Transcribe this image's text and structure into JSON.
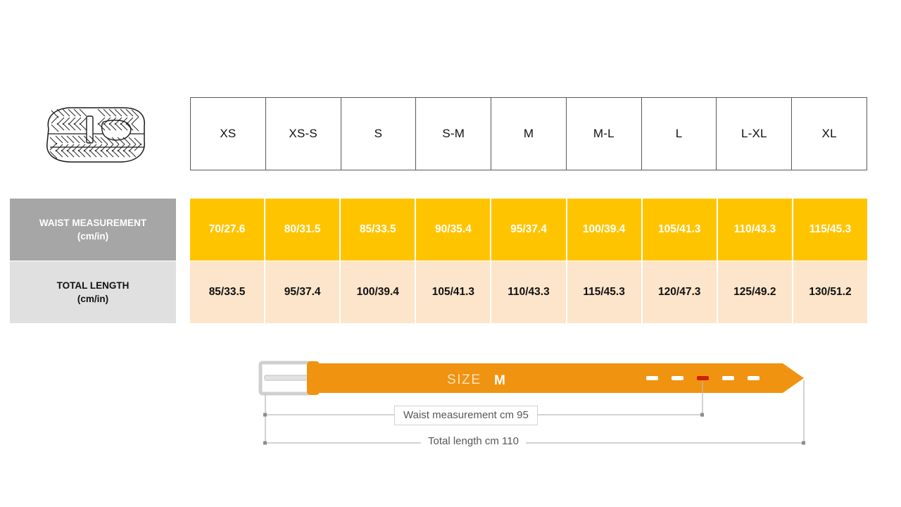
{
  "product": {
    "icon_name": "braided-belt-illustration"
  },
  "table": {
    "size_headers": [
      "XS",
      "XS-S",
      "S",
      "S-M",
      "M",
      "M-L",
      "L",
      "L-XL",
      "XL"
    ],
    "rows": [
      {
        "key": "waist",
        "label": "WAIST MEASUREMENT",
        "unit": "(cm/in)",
        "values": [
          "70/27.6",
          "80/31.5",
          "85/33.5",
          "90/35.4",
          "95/37.4",
          "100/39.4",
          "105/41.3",
          "110/43.3",
          "115/45.3"
        ]
      },
      {
        "key": "total",
        "label": "TOTAL LENGTH",
        "unit": "(cm/in)",
        "values": [
          "85/33.5",
          "95/37.4",
          "100/39.4",
          "105/41.3",
          "110/43.3",
          "115/45.3",
          "120/47.3",
          "125/49.2",
          "130/51.2"
        ]
      }
    ]
  },
  "diagram": {
    "belt_label_prefix": "SIZE",
    "belt_label_size": "M",
    "waist_dimension": "Waist measurement cm 95",
    "total_dimension": "Total length cm 110",
    "hole_count": 5,
    "highlighted_hole_index": 2
  },
  "colors": {
    "accent_orange": "#ffc400",
    "accent_peach": "#fce5cb",
    "belt_orange": "#ef9311",
    "label_gray": "#a6a6a6",
    "label_light_gray": "#e0e0e0",
    "highlight_red": "#cc2200",
    "border_gray": "#595959"
  }
}
